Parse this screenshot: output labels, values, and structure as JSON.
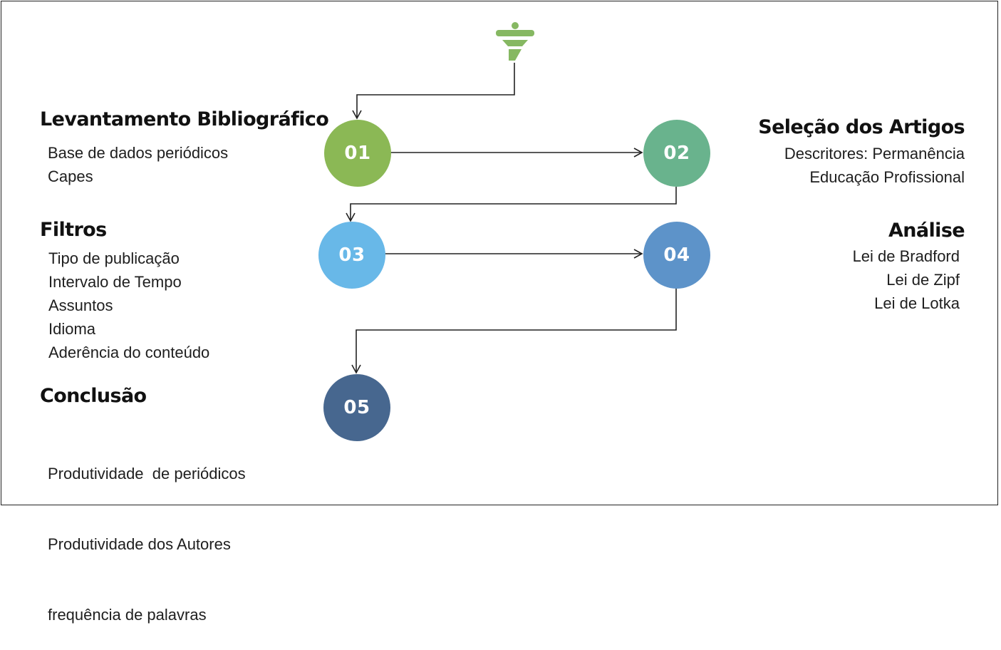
{
  "colors": {
    "step1": "#8bb855",
    "step2": "#69b38d",
    "step3": "#68b8e8",
    "step4": "#5d93c9",
    "step5": "#47678f",
    "funnel": "#86b862"
  },
  "funnel_icon": "funnel-filter-icon",
  "steps": [
    {
      "number": "01"
    },
    {
      "number": "02"
    },
    {
      "number": "03"
    },
    {
      "number": "04"
    },
    {
      "number": "05"
    }
  ],
  "sections": {
    "levantamento": {
      "title": "Levantamento Bibliográfico",
      "lines": [
        "Base de dados periódicos",
        "Capes"
      ]
    },
    "selecao": {
      "title": "Seleção dos Artigos",
      "lines": [
        "Descritores: Permanência",
        "Educação Profissional"
      ]
    },
    "filtros": {
      "title": "Filtros",
      "lines": [
        "Tipo de publicação",
        "Intervalo de Tempo",
        "Assuntos",
        "Idioma",
        "Aderência do conteúdo"
      ]
    },
    "analise": {
      "title": "Análise",
      "lines": [
        "Lei de Bradford",
        "Lei de Zipf",
        "Lei de Lotka"
      ]
    },
    "conclusao": {
      "title": "Conclusão",
      "lines": [
        "Produtividade  de periódicos",
        "Produtividade dos Autores",
        "frequência de palavras"
      ]
    }
  }
}
